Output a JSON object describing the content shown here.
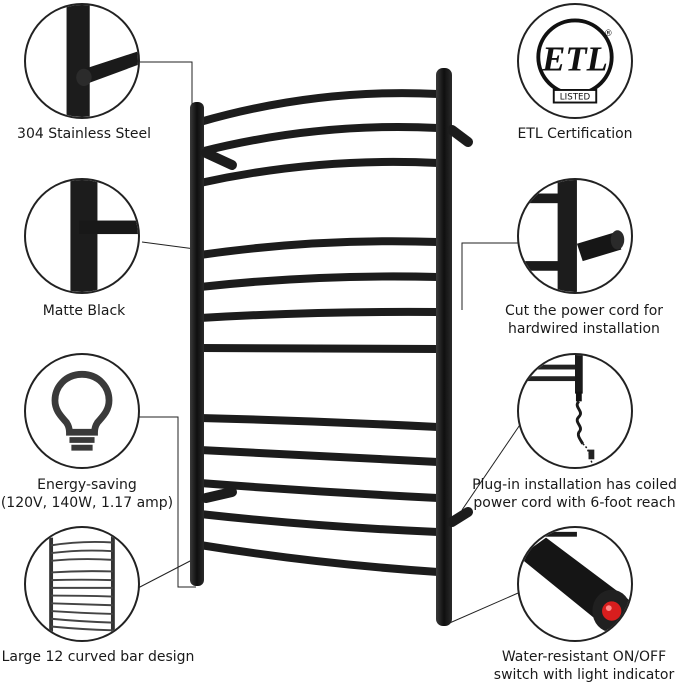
{
  "features": {
    "steel": "304 Stainless Steel",
    "etl": "ETL Certification",
    "matte": "Matte Black",
    "cord_line1": "Cut the power cord for",
    "cord_line2": "hardwired installation",
    "energy_line1": "Energy-saving",
    "energy_line2": "(120V, 140W, 1.17 amp)",
    "plugin_line1": "Plug-in installation has coiled",
    "plugin_line2": "power cord with 6-foot reach",
    "design": "Large 12 curved bar design",
    "switch_line1": "Water-resistant ON/OFF",
    "switch_line2": "switch with light indicator"
  },
  "etl_logo": {
    "mark": "ETL",
    "sub": "LISTED",
    "registered": "®"
  },
  "colors": {
    "bar": "#1c1c1c",
    "outline": "#222222",
    "led": "#d81e1e"
  },
  "icons": [
    "stainless-bar-closeup-icon",
    "etl-listed-logo-icon",
    "matte-bar-closeup-icon",
    "power-cord-closeup-icon",
    "lightbulb-icon",
    "coiled-cord-icon",
    "curved-bars-thumbnail-icon",
    "switch-closeup-icon"
  ]
}
